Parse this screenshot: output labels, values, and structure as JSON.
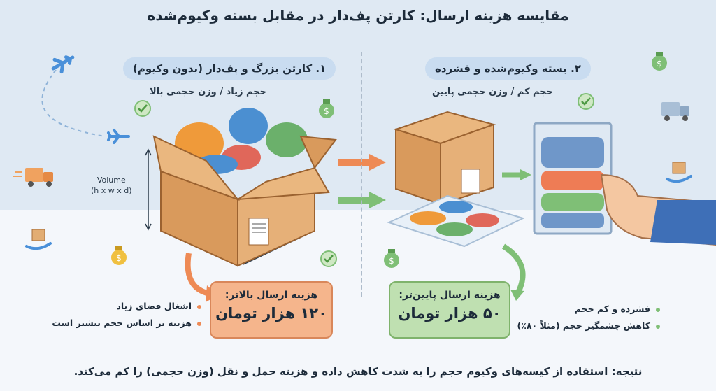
{
  "title": "مقایسه هزینه ارسال: کارتن پف‌دار در مقابل بسته وکیوم‌شده",
  "left": {
    "header": "۱. کارتن بزرگ و پف‌دار (بدون وکیوم)",
    "subtitle": "حجم زیاد / وزن حجمی بالا",
    "volume_label_line1": "Volume",
    "volume_label_line2": "(h x w x d)",
    "tag_line1": "هزینه ارسال بالاتر:",
    "tag_line2": "۱۲۰ هزار تومان",
    "bullets": [
      "اشغال فضای زیاد",
      "هزینه بر اساس حجم بیشتر است"
    ]
  },
  "right": {
    "header": "۲. بسته وکیوم‌شده و فشرده",
    "subtitle": "حجم کم / وزن حجمی پایین",
    "tag_line1": "هزینه ارسال پایین‌تر:",
    "tag_line2": "۵۰ هزار تومان",
    "bullets": [
      "فشرده و کم حجم",
      "کاهش چشمگیر حجم (مثلاً ۸۰٪)"
    ]
  },
  "conclusion": "نتیجه: استفاده از کیسه‌های وکیوم حجم را به شدت کاهش داده و هزینه حمل و نقل (وزن حجمی) را کم می‌کند.",
  "colors": {
    "orange": "#f5b58c",
    "green": "#bfe0b1",
    "pill": "#c9dcf0",
    "box": "#e2ad73",
    "arrow_orange": "#ee8a55",
    "arrow_green": "#7fbf76"
  },
  "icons": [
    "airplane-icon",
    "truck-icon",
    "money-bag-icon",
    "check-circle-icon",
    "package-hand-icon"
  ]
}
